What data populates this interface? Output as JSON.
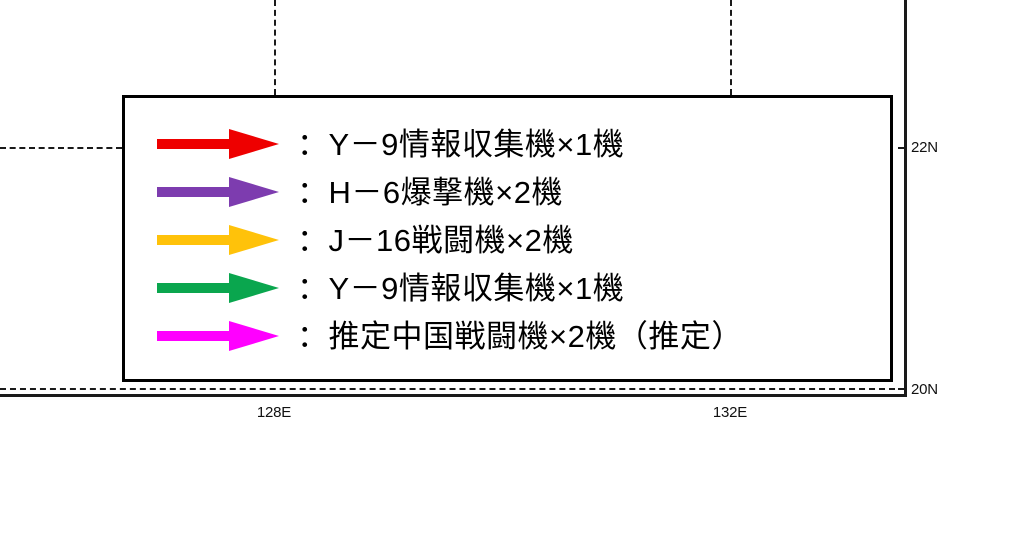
{
  "figure": {
    "type": "map-legend-overlay",
    "background_color": "#ffffff",
    "frame_color": "#1a1a1a"
  },
  "axes": {
    "latitude_labels": [
      {
        "name": "lat-22n",
        "text": "22N"
      },
      {
        "name": "lat-20n",
        "text": "20N"
      }
    ],
    "longitude_labels": [
      {
        "name": "lon-128e",
        "text": "128E"
      },
      {
        "name": "lon-132e",
        "text": "132E"
      }
    ]
  },
  "legend": {
    "border_color": "#000000",
    "background_color": "#ffffff",
    "rows": [
      {
        "icon": "arrow-right-icon",
        "color": "#ee0000",
        "label": "：Y－9情報収集機×1機"
      },
      {
        "icon": "arrow-right-icon",
        "color": "#7d3caf",
        "label": "：H－6爆撃機×2機"
      },
      {
        "icon": "arrow-right-icon",
        "color": "#ffc20a",
        "label": "：J－16戦闘機×2機"
      },
      {
        "icon": "arrow-right-icon",
        "color": "#0aa64e",
        "label": "：Y－9情報収集機×1機"
      },
      {
        "icon": "arrow-right-icon",
        "color": "#ff00ff",
        "label": "：推定中国戦闘機×2機（推定）"
      }
    ]
  }
}
